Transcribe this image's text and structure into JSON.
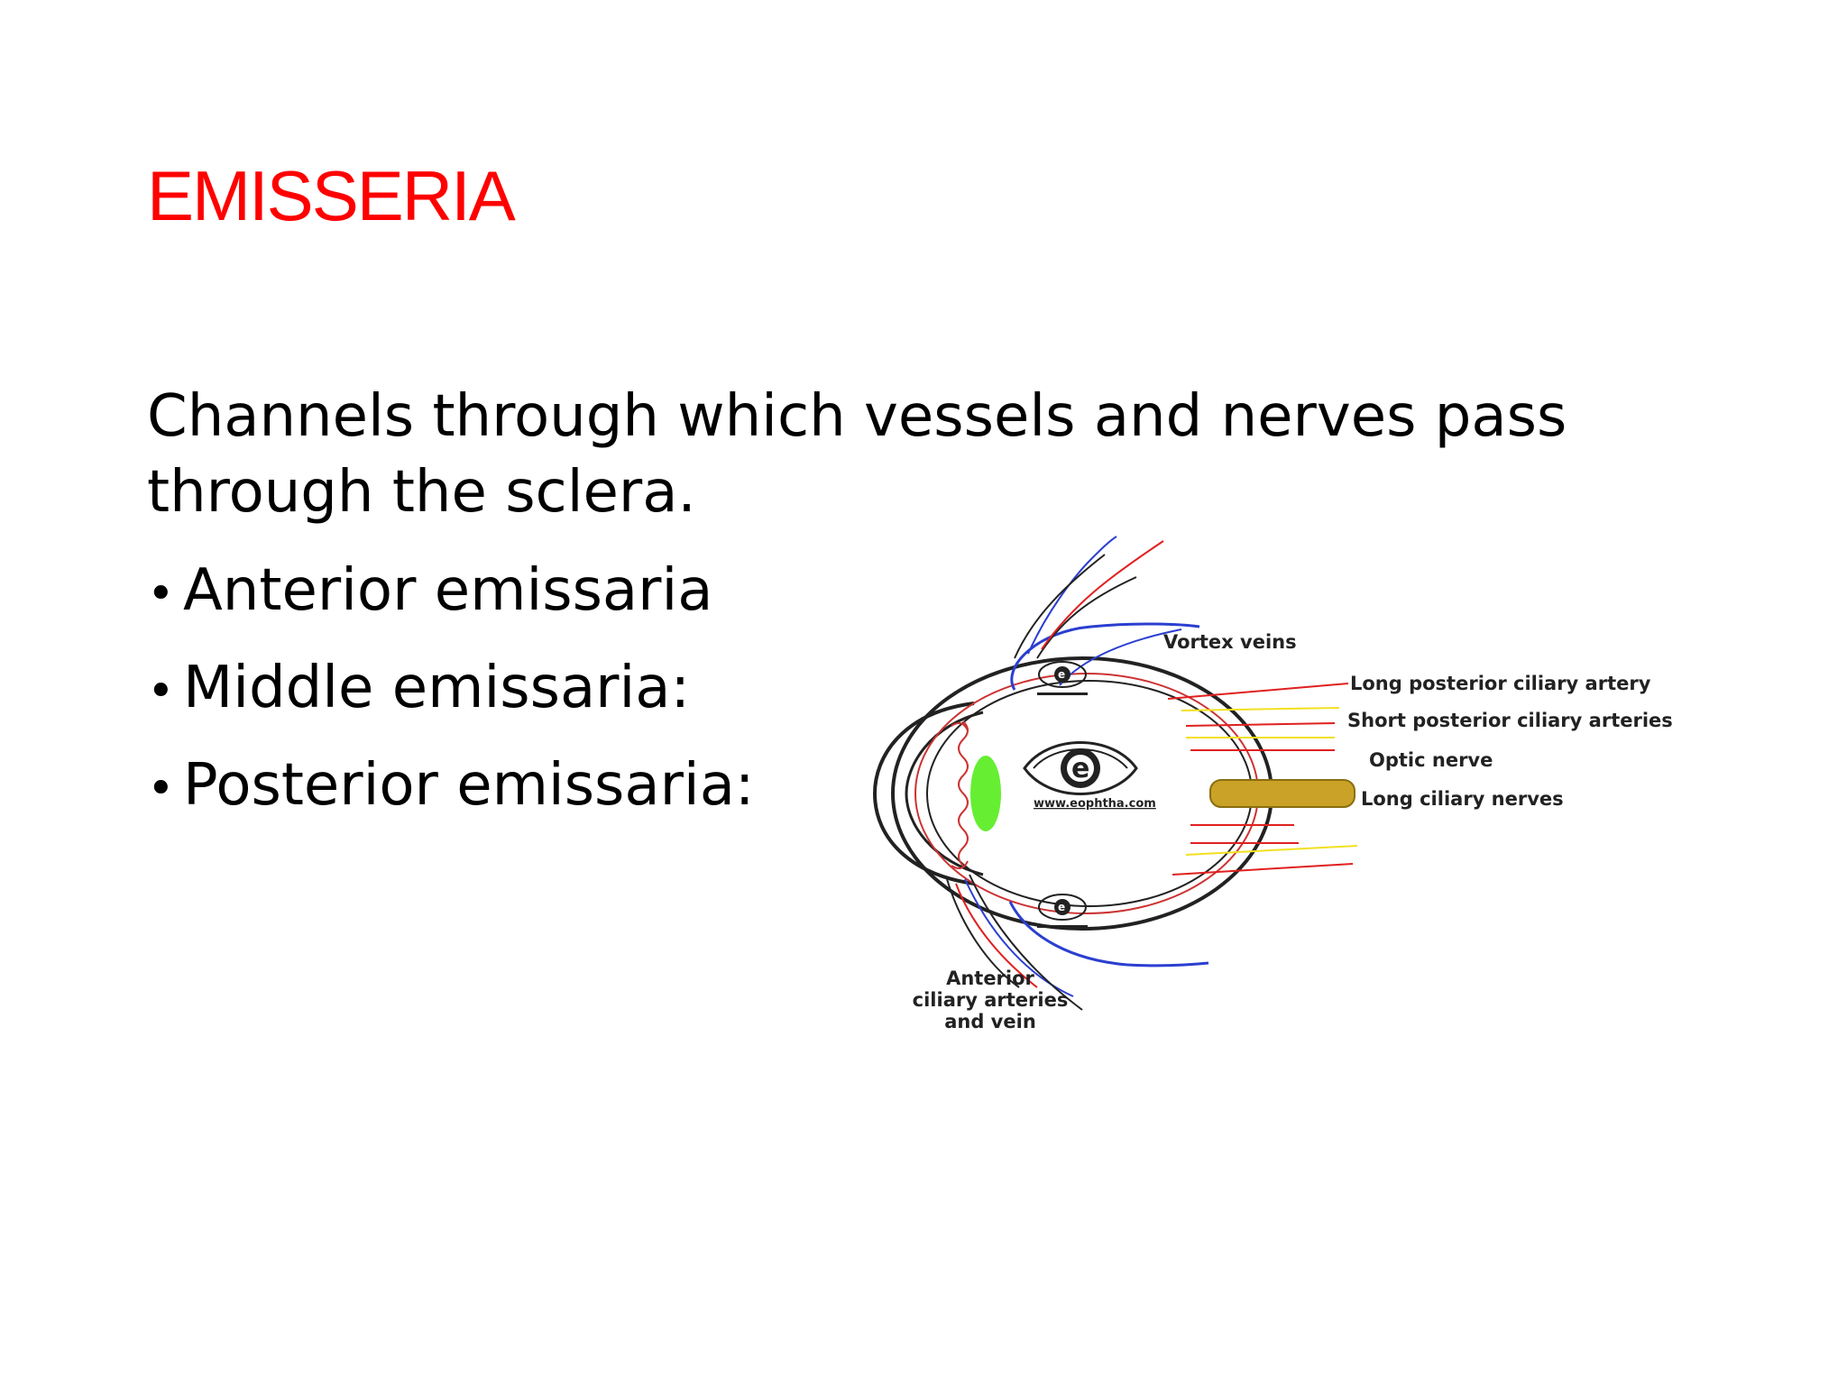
{
  "slide": {
    "title": "EMISSERIA",
    "title_color": "#ff0000",
    "body": "Channels through which vessels and nerves pass through the sclera.",
    "bullets": [
      "Anterior emissaria",
      "Middle emissaria:",
      "Posterior emissaria:"
    ],
    "bullet_glyph": "•"
  },
  "figure": {
    "labels": {
      "vortex_veins": "Vortex veins",
      "long_posterior_ciliary_artery": "Long posterior ciliary artery",
      "short_posterior_ciliary_arteries": "Short posterior ciliary arteries",
      "optic_nerve": "Optic nerve",
      "long_ciliary_nerves": "Long ciliary nerves",
      "anterior_line1": "Anterior",
      "anterior_line2": "ciliary arteries",
      "anterior_line3": "and vein"
    },
    "watermark": {
      "logo_letter": "e",
      "url": "www.eophtha.com"
    },
    "colors": {
      "artery": "#e02020",
      "vein": "#2b3fd0",
      "nerve": "#f2e020",
      "optic_nerve": "#c9a227",
      "lens": "#66ee33",
      "outline": "#222222"
    }
  }
}
